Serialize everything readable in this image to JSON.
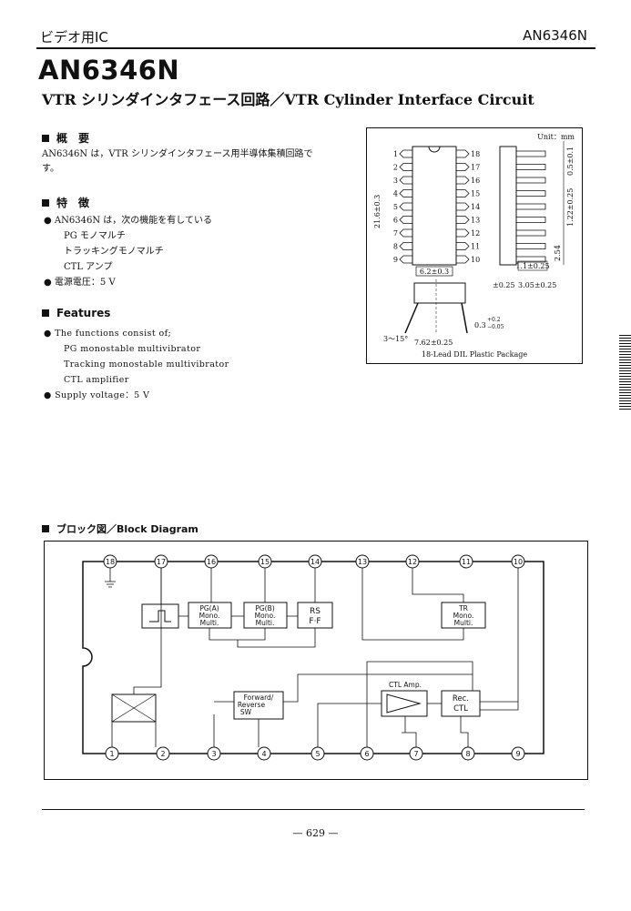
{
  "header": {
    "category": "ビデオ用IC",
    "part_right": "AN6346N"
  },
  "title": {
    "part_number": "AN6346N",
    "subtitle": "VTR シリンダインタフェース回路／VTR Cylinder Interface Circuit"
  },
  "overview_jp": {
    "heading": "概　要",
    "text_line1": "AN6346N は，VTR シリンダインタフェース用半導体集積回路で",
    "text_line2": "す。"
  },
  "features_jp": {
    "heading": "特　徴",
    "item1": "AN6346N は，次の機能を有している",
    "sub1": "PG モノマルチ",
    "sub2": "トラッキングモノマルチ",
    "sub3": "CTL アンプ",
    "item2": "電源電圧：5 V"
  },
  "features_en": {
    "heading": "Features",
    "item1": "The functions consist of;",
    "sub1": "PG monostable multivibrator",
    "sub2": "Tracking monostable multivibrator",
    "sub3": "CTL amplifier",
    "item2": "Supply voltage：5 V"
  },
  "package": {
    "unit": "Unit：mm",
    "left_pins": [
      "1",
      "2",
      "3",
      "4",
      "5",
      "6",
      "7",
      "8",
      "9"
    ],
    "right_pins": [
      "18",
      "17",
      "16",
      "15",
      "14",
      "13",
      "12",
      "11",
      "10"
    ],
    "dim_length": "21.6±0.3",
    "dim_width": "6.2±0.3",
    "dim_thickness": "0.5±0.1",
    "dim_pitch": "1.22±0.25",
    "dim_pitch2": "2.54",
    "dim_lead": "1.1±0.25",
    "dim_tol1": "±0.25",
    "dim_height": "3.05±0.25",
    "dim_row": "7.62±0.25",
    "dim_angle": "3～15°",
    "dim_lead_th": "0.3",
    "dim_lead_th_up": "+0.2",
    "dim_lead_th_dn": "−0.05",
    "caption": "18-Lead DIL Plastic Package"
  },
  "block_diagram": {
    "heading": "ブロック図／Block Diagram",
    "top_pins": [
      "18",
      "17",
      "16",
      "15",
      "14",
      "13",
      "12",
      "11",
      "10"
    ],
    "bottom_pins": [
      "1",
      "2",
      "3",
      "4",
      "5",
      "6",
      "7",
      "8",
      "9"
    ],
    "pga_l1": "PG(A)",
    "pga_l2": "Mono.",
    "pga_l3": "Multi.",
    "pgb_l1": "PG(B)",
    "pgb_l2": "Mono.",
    "pgb_l3": "Multi.",
    "rs_l1": "RS",
    "rs_l2": "F·F",
    "tr_l1": "TR",
    "tr_l2": "Mono.",
    "tr_l3": "Multi.",
    "fr_l1": "Forward/",
    "fr_l2": "Reverse",
    "fr_l3": "SW",
    "ctl_amp": "CTL Amp.",
    "rec_l1": "Rec.",
    "rec_l2": "CTL"
  },
  "footer": {
    "page": "— 629 —"
  }
}
